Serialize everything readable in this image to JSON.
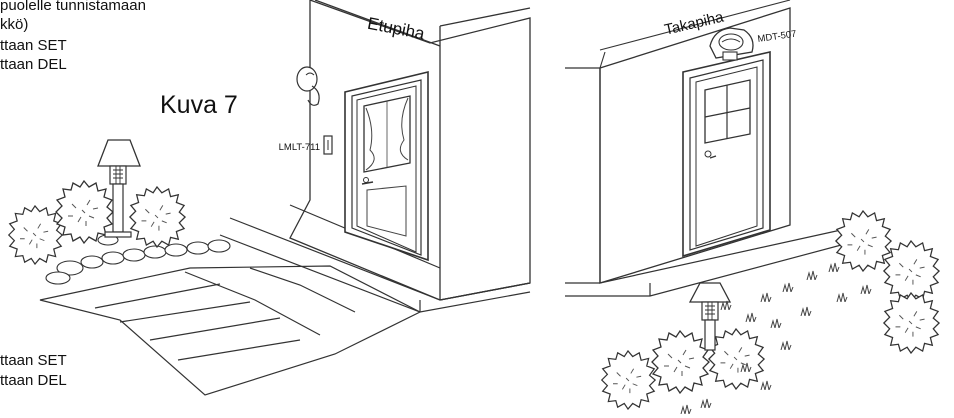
{
  "instructions_top": [
    "puolelle tunnistamaan",
    "kkö)",
    "ttaan SET",
    "ttaan DEL"
  ],
  "instructions_bottom": [
    "ttaan SET",
    "ttaan DEL"
  ],
  "figure_label": "Kuva 7",
  "front_yard": {
    "title": "Etupiha",
    "device_label": "LMLT-711"
  },
  "back_yard": {
    "title": "Takapiha",
    "device_label": "MDT-507"
  }
}
